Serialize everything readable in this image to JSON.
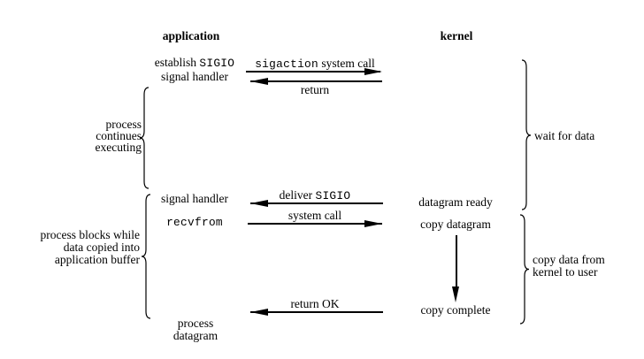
{
  "headers": {
    "application": "application",
    "kernel": "kernel"
  },
  "app": {
    "establish_text": "establish",
    "establish_code": "SIGIO",
    "establish_line2": "signal handler",
    "signal_handler": "signal handler",
    "recvfrom_code": "recvfrom",
    "process_line1": "process",
    "process_line2": "datagram"
  },
  "kernel": {
    "datagram_ready": "datagram ready",
    "copy_datagram": "copy datagram",
    "copy_complete": "copy complete"
  },
  "messages": {
    "sigaction": {
      "code": "sigaction",
      "text": "system call",
      "direction": "app-to-kernel"
    },
    "return": {
      "text": "return",
      "direction": "kernel-to-app"
    },
    "deliver": {
      "text": "deliver",
      "code": "SIGIO",
      "direction": "kernel-to-app"
    },
    "system_call": {
      "text": "system call",
      "direction": "app-to-kernel"
    },
    "return_ok": {
      "text": "return OK",
      "direction": "kernel-to-app"
    }
  },
  "annotations": {
    "left_top": [
      "process",
      "continues",
      "executing"
    ],
    "left_bottom": [
      "process blocks while",
      "data copied into",
      "application buffer"
    ],
    "right_top": "wait for data",
    "right_bottom": [
      "copy data from",
      "kernel to user"
    ]
  },
  "colors": {
    "ink": "#000000",
    "background": "#ffffff"
  }
}
